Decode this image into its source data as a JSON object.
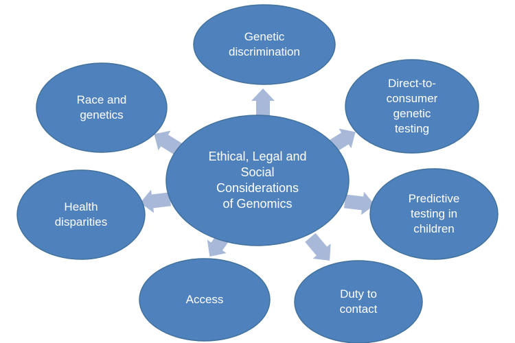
{
  "colors": {
    "node_fill": "#4f81bd",
    "node_stroke": "#41719c",
    "arrow_fill": "#a8b8d9",
    "text": "#ffffff"
  },
  "center": {
    "lines": [
      "Ethical, Legal and",
      "Social",
      "Considerations",
      "of Genomics"
    ]
  },
  "nodes": [
    {
      "id": "genetic-discrimination",
      "lines": [
        "Genetic",
        "discrimination"
      ]
    },
    {
      "id": "race-and-genetics",
      "lines": [
        "Race and",
        "genetics"
      ]
    },
    {
      "id": "direct-to-consumer",
      "lines": [
        "Direct-to-",
        "consumer",
        "genetic",
        "testing"
      ]
    },
    {
      "id": "health-disparities",
      "lines": [
        "Health",
        "disparities"
      ]
    },
    {
      "id": "predictive-testing",
      "lines": [
        "Predictive",
        "testing in",
        "children"
      ]
    },
    {
      "id": "access",
      "lines": [
        "Access"
      ]
    },
    {
      "id": "duty-to-contact",
      "lines": [
        "Duty to",
        "contact"
      ]
    }
  ]
}
